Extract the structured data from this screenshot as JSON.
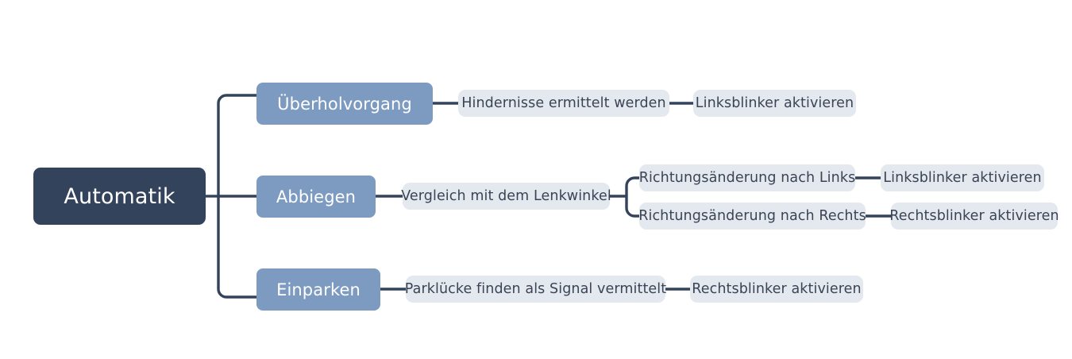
{
  "diagram": {
    "type": "mind-map",
    "title_node": "Automatik",
    "background_color": "#ffffff",
    "colors": {
      "root_fill": "#34435c",
      "root_text": "#ffffff",
      "branch_fill": "#7d9bc1",
      "branch_text": "#ffffff",
      "leaf_fill": "#e4e9f0",
      "leaf_text": "#3b4454",
      "connector": "#34435c"
    },
    "root": {
      "label": "Automatik"
    },
    "branches": [
      {
        "label": "Überholvorgang",
        "children": [
          {
            "label": "Hindernisse ermittelt werden",
            "children": [
              {
                "label": "Linksblinker aktivieren"
              }
            ]
          }
        ]
      },
      {
        "label": "Abbiegen",
        "children": [
          {
            "label": "Vergleich mit dem Lenkwinkel",
            "children": [
              {
                "label": "Richtungsänderung nach Links",
                "children": [
                  {
                    "label": "Linksblinker aktivieren"
                  }
                ]
              },
              {
                "label": "Richtungsänderung nach Rechts",
                "children": [
                  {
                    "label": "Rechtsblinker aktivieren"
                  }
                ]
              }
            ]
          }
        ]
      },
      {
        "label": "Einparken",
        "children": [
          {
            "label": "Parklücke finden als Signal vermittelt",
            "children": [
              {
                "label": "Rechtsblinker aktivieren"
              }
            ]
          }
        ]
      }
    ]
  }
}
